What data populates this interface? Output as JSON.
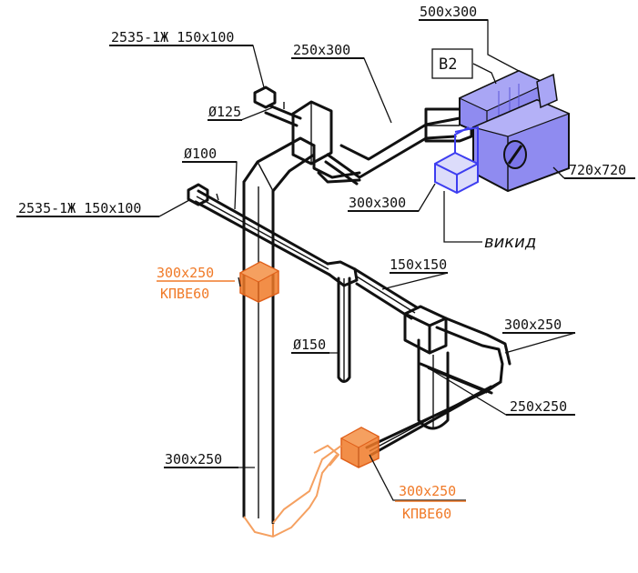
{
  "colors": {
    "ink": "#111111",
    "fire_damper": "#f07a28",
    "unit": "#8f8bf0",
    "unit_dark": "#5a55d6",
    "exhaust": "#3d3df0"
  },
  "unit": {
    "tag": "B2"
  },
  "labels": {
    "ahu_top": "500x300",
    "grille_top": "2535-1Ж 150x100",
    "duct_main_top": "250x300",
    "dia_125": "Ø125",
    "dia_100": "Ø100",
    "fan_side": "720x720",
    "grille_left": "2535-1Ж 150x100",
    "outlet": "300x300",
    "outlet_note": "викид",
    "damper_1_size": "300x250",
    "damper_1_type": "КПВЕ60",
    "branch": "150x150",
    "riser_right": "300x250",
    "dia_150": "Ø150",
    "duct_right": "250x250",
    "riser_left": "300x250",
    "damper_2_size": "300x250",
    "damper_2_type": "КПВЕ60"
  }
}
